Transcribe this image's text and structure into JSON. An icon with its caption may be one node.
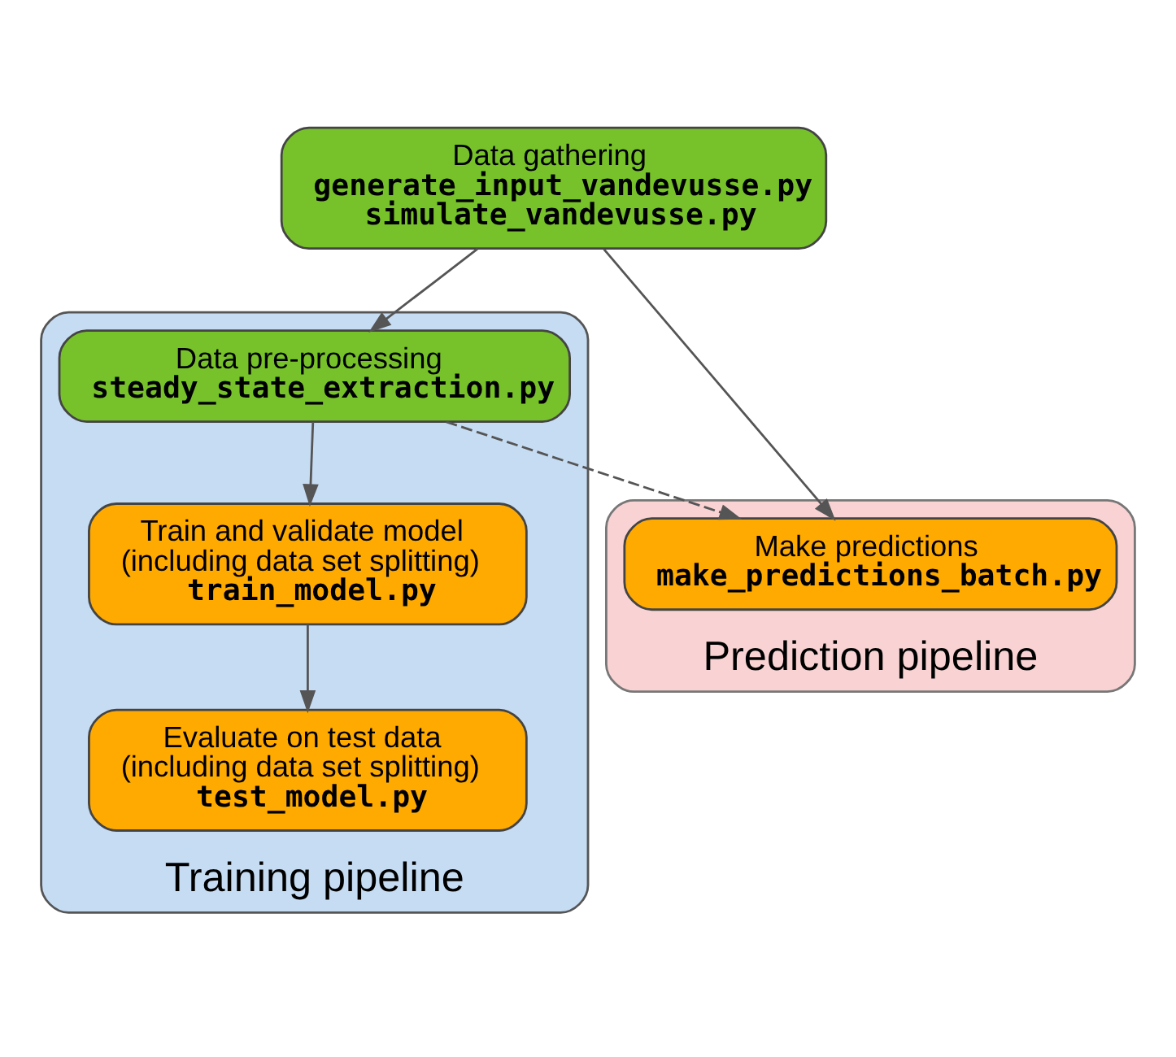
{
  "diagram": {
    "nodes": [
      {
        "text": [
          "Prediction pipeline"
        ]
      },
      {
        "text": [
          "Training pipeline"
        ]
      },
      {
        "text": [
          "Data gathering",
          "generate_input_vandevusse.py",
          "simulate_vandevusse.py"
        ]
      },
      {
        "text": [
          "Make predictions",
          "make_predictions_batch.py"
        ],
        "in": 0
      },
      {
        "text": [
          "Data pre-processing",
          "steady_state_extraction.py"
        ],
        "in": 1
      },
      {
        "text": [
          "Train and validate model (including data set splitting)",
          "train_model.py"
        ],
        "in": 1
      },
      {
        "text": [
          "Evaluate on test data (including data set splitting)",
          "test_model.py"
        ],
        "in": 1
      }
    ],
    "edges": [
      {
        "from": 2,
        "to": 3,
        "arrow": "to"
      },
      {
        "from": 2,
        "to": 4,
        "arrow": "to"
      },
      {
        "from": 4,
        "to": 3,
        "arrow": "to",
        "style": "dashed"
      },
      {
        "from": 4,
        "to": 5,
        "arrow": "to"
      },
      {
        "from": 5,
        "to": 6,
        "arrow": "to"
      }
    ]
  }
}
